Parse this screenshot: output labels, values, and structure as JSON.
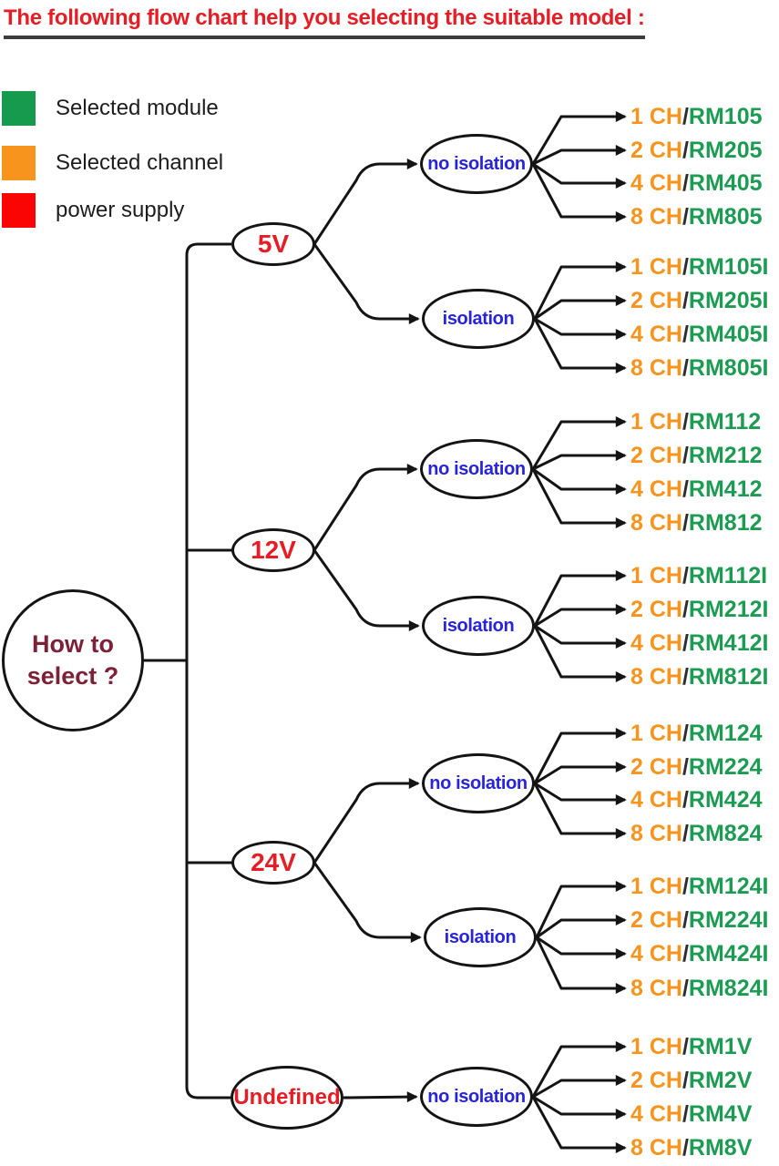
{
  "title": "The following flow chart help you selecting the suitable model :",
  "legend": [
    {
      "label": "Selected module",
      "color": "#169b4e"
    },
    {
      "label": "Selected channel",
      "color": "#f7941d"
    },
    {
      "label": "power supply",
      "color": "#fb0404"
    }
  ],
  "root": {
    "label": "How to select ?"
  },
  "separator": "/",
  "colors": {
    "title_red": "#e71d25",
    "module_green": "#1c9b52",
    "channel_orange": "#f7941d",
    "power_red": "#fb0404",
    "condition_blue": "#2823dc",
    "root_maroon": "#7c2137",
    "line_black": "#141414"
  },
  "branches": [
    {
      "voltage": "5V",
      "groups": [
        {
          "condition": "no isolation",
          "leaves": [
            {
              "ch": "1 CH",
              "model": "RM105"
            },
            {
              "ch": "2 CH",
              "model": "RM205"
            },
            {
              "ch": "4 CH",
              "model": "RM405"
            },
            {
              "ch": "8 CH",
              "model": "RM805"
            }
          ]
        },
        {
          "condition": "isolation",
          "leaves": [
            {
              "ch": "1 CH",
              "model": "RM105I"
            },
            {
              "ch": "2 CH",
              "model": "RM205I"
            },
            {
              "ch": "4 CH",
              "model": "RM405I"
            },
            {
              "ch": "8 CH",
              "model": "RM805I"
            }
          ]
        }
      ]
    },
    {
      "voltage": "12V",
      "groups": [
        {
          "condition": "no isolation",
          "leaves": [
            {
              "ch": "1 CH",
              "model": "RM112"
            },
            {
              "ch": "2 CH",
              "model": "RM212"
            },
            {
              "ch": "4 CH",
              "model": "RM412"
            },
            {
              "ch": "8 CH",
              "model": "RM812"
            }
          ]
        },
        {
          "condition": "isolation",
          "leaves": [
            {
              "ch": "1 CH",
              "model": "RM112I"
            },
            {
              "ch": "2 CH",
              "model": "RM212I"
            },
            {
              "ch": "4 CH",
              "model": "RM412I"
            },
            {
              "ch": "8 CH",
              "model": "RM812I"
            }
          ]
        }
      ]
    },
    {
      "voltage": "24V",
      "groups": [
        {
          "condition": "no isolation",
          "leaves": [
            {
              "ch": "1 CH",
              "model": "RM124"
            },
            {
              "ch": "2 CH",
              "model": "RM224"
            },
            {
              "ch": "4 CH",
              "model": "RM424"
            },
            {
              "ch": "8 CH",
              "model": "RM824"
            }
          ]
        },
        {
          "condition": "isolation",
          "leaves": [
            {
              "ch": "1 CH",
              "model": "RM124I"
            },
            {
              "ch": "2 CH",
              "model": "RM224I"
            },
            {
              "ch": "4 CH",
              "model": "RM424I"
            },
            {
              "ch": "8 CH",
              "model": "RM824I"
            }
          ]
        }
      ]
    },
    {
      "voltage": "Undefined",
      "groups": [
        {
          "condition": "no isolation",
          "leaves": [
            {
              "ch": "1 CH",
              "model": "RM1V"
            },
            {
              "ch": "2 CH",
              "model": "RM2V"
            },
            {
              "ch": "4 CH",
              "model": "RM4V"
            },
            {
              "ch": "8 CH",
              "model": "RM8V"
            }
          ]
        }
      ]
    }
  ]
}
